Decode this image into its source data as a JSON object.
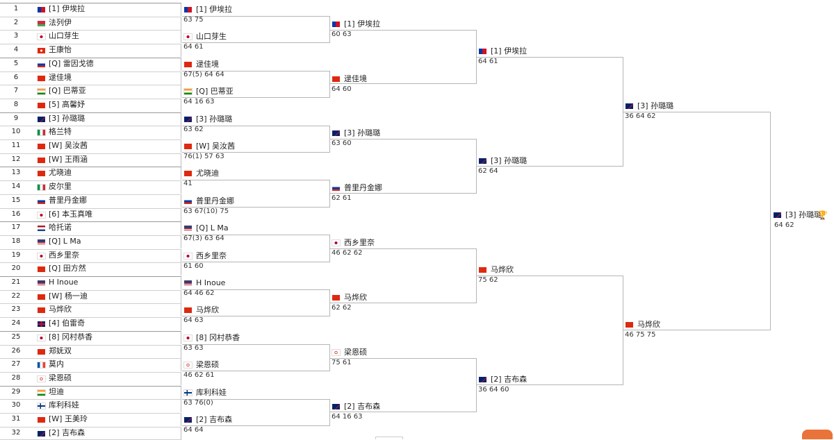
{
  "colors": {
    "line": "#b5b5b5",
    "text": "#222222"
  },
  "round1": [
    {
      "n": "1",
      "flag": "PH",
      "name": "[1] 伊埃拉"
    },
    {
      "n": "2",
      "flag": "BY",
      "name": "法列伊"
    },
    {
      "n": "3",
      "flag": "JP",
      "name": "山口芽生"
    },
    {
      "n": "4",
      "flag": "HK",
      "name": "王康怡"
    },
    {
      "n": "5",
      "flag": "RU",
      "name": "[Q] 雷因戈德"
    },
    {
      "n": "6",
      "flag": "CN",
      "name": "逯佳境"
    },
    {
      "n": "7",
      "flag": "IN",
      "name": "[Q] 巴蒂亚"
    },
    {
      "n": "8",
      "flag": "CN",
      "name": "[5] 高馨妤"
    },
    {
      "n": "9",
      "flag": "AU",
      "name": "[3] 孙璐璐"
    },
    {
      "n": "10",
      "flag": "IT",
      "name": "格兰特"
    },
    {
      "n": "11",
      "flag": "CN",
      "name": "[W] 吴汝茜"
    },
    {
      "n": "12",
      "flag": "CN",
      "name": "[W] 王雨涵"
    },
    {
      "n": "13",
      "flag": "CN",
      "name": "尤晓迪"
    },
    {
      "n": "14",
      "flag": "IT",
      "name": "皮尔里"
    },
    {
      "n": "15",
      "flag": "RU",
      "name": "普里丹金娜"
    },
    {
      "n": "16",
      "flag": "JP",
      "name": "[6] 本玉真唯"
    },
    {
      "n": "17",
      "flag": "NL",
      "name": "哈托诺"
    },
    {
      "n": "18",
      "flag": "US",
      "name": "[Q] L Ma"
    },
    {
      "n": "19",
      "flag": "JP",
      "name": "西乡里奈"
    },
    {
      "n": "20",
      "flag": "CN",
      "name": "[Q] 田方然"
    },
    {
      "n": "21",
      "flag": "US",
      "name": "H Inoue"
    },
    {
      "n": "22",
      "flag": "CN",
      "name": "[W] 杨一迪"
    },
    {
      "n": "23",
      "flag": "CN",
      "name": "马烨欣"
    },
    {
      "n": "24",
      "flag": "GB",
      "name": "[4] 伯雷奇"
    },
    {
      "n": "25",
      "flag": "JP",
      "name": "[8] 冈村恭香"
    },
    {
      "n": "26",
      "flag": "CN",
      "name": "郑妩双"
    },
    {
      "n": "27",
      "flag": "FR",
      "name": "莫内"
    },
    {
      "n": "28",
      "flag": "HK2",
      "name": "梁恩硕"
    },
    {
      "n": "29",
      "flag": "IN",
      "name": "坦迪"
    },
    {
      "n": "30",
      "flag": "FI",
      "name": "库利科娃"
    },
    {
      "n": "31",
      "flag": "CN",
      "name": "[W] 王美玲"
    },
    {
      "n": "32",
      "flag": "AU",
      "name": "[2] 吉布森"
    }
  ],
  "round2": [
    {
      "flag": "PH",
      "name": "[1] 伊埃拉",
      "score": "63 75"
    },
    {
      "flag": "JP",
      "name": "山口芽生",
      "score": "64 61"
    },
    {
      "flag": "CN",
      "name": "逯佳境",
      "score": "67(5) 64 64"
    },
    {
      "flag": "IN",
      "name": "[Q] 巴蒂亚",
      "score": "64 16 63"
    },
    {
      "flag": "AU",
      "name": "[3] 孙璐璐",
      "score": "63 62"
    },
    {
      "flag": "CN",
      "name": "[W] 吴汝茜",
      "score": "76(1) 57 63"
    },
    {
      "flag": "CN",
      "name": "尤晓迪",
      "score": "41"
    },
    {
      "flag": "RU",
      "name": "普里丹金娜",
      "score": "63 67(10) 75"
    },
    {
      "flag": "US",
      "name": "[Q] L Ma",
      "score": "67(3) 63 64"
    },
    {
      "flag": "JP",
      "name": "西乡里奈",
      "score": "61 60"
    },
    {
      "flag": "US",
      "name": "H Inoue",
      "score": "64 46 62"
    },
    {
      "flag": "CN",
      "name": "马烨欣",
      "score": "64 63"
    },
    {
      "flag": "JP",
      "name": "[8] 冈村恭香",
      "score": "63 63"
    },
    {
      "flag": "HK2",
      "name": "梁恩硕",
      "score": "46 62 61"
    },
    {
      "flag": "FI",
      "name": "库利科娃",
      "score": "63 76(0)"
    },
    {
      "flag": "AU",
      "name": "[2] 吉布森",
      "score": "64 64"
    }
  ],
  "round3": [
    {
      "flag": "PH",
      "name": "[1] 伊埃拉",
      "score": "60 63"
    },
    {
      "flag": "CN",
      "name": "逯佳境",
      "score": "64 60"
    },
    {
      "flag": "AU",
      "name": "[3] 孙璐璐",
      "score": "63 60"
    },
    {
      "flag": "RU",
      "name": "普里丹金娜",
      "score": "62 61"
    },
    {
      "flag": "JP",
      "name": "西乡里奈",
      "score": "46 62 62"
    },
    {
      "flag": "CN",
      "name": "马烨欣",
      "score": "62 62"
    },
    {
      "flag": "HK2",
      "name": "梁恩硕",
      "score": "75 61"
    },
    {
      "flag": "AU",
      "name": "[2] 吉布森",
      "score": "64 16 63"
    }
  ],
  "round4": [
    {
      "flag": "PH",
      "name": "[1] 伊埃拉",
      "score": "64 61"
    },
    {
      "flag": "AU",
      "name": "[3] 孙璐璐",
      "score": "62 64"
    },
    {
      "flag": "CN",
      "name": "马烨欣",
      "score": "75 62"
    },
    {
      "flag": "AU",
      "name": "[2] 吉布森",
      "score": "36 64 60"
    }
  ],
  "round5": [
    {
      "flag": "AU",
      "name": "[3] 孙璐璐",
      "score": "36 64 62"
    },
    {
      "flag": "CN",
      "name": "马烨欣",
      "score": "46 75 75"
    }
  ],
  "champion": {
    "flag": "AU",
    "name": "[3] 孙璐璐",
    "score": "64 62",
    "icon": "trophy-icon"
  }
}
